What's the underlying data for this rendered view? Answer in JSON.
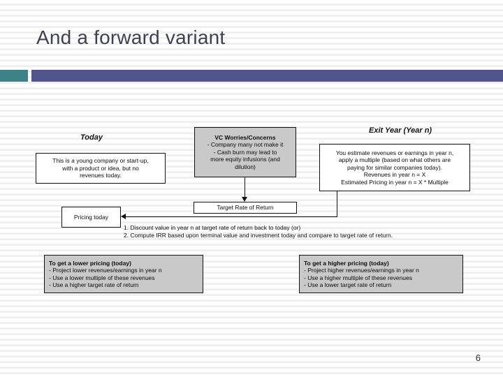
{
  "slide": {
    "title": "And a forward variant",
    "page_number": "6",
    "accent_teal": "#3e8287",
    "accent_purple": "#50538c",
    "title_color": "#3f3f52",
    "box_fill_gray": "#c9c9c9"
  },
  "diagram": {
    "captions": {
      "today": "Today",
      "exit_year": "Exit Year (Year n)"
    },
    "today_box": {
      "line1": "This is a young company or start-up,",
      "line2": "with a product or idea, but no",
      "line3": "revenues today."
    },
    "vc_worries_box": {
      "heading": "VC Worries/Concerns",
      "line1": "- Company many not make it",
      "line2": "- Cash burn may lead to",
      "line3": "more equity infusions (and",
      "line4": "dilution)"
    },
    "exit_year_box": {
      "line1": "You estimate revenues or earnings in year n,",
      "line2": "apply a multiple (based on what others are",
      "line3": "paying for similar companies today).",
      "line4": "Revenues in year n = X",
      "line5": "Estimated Pricing in year n = X * Multiple"
    },
    "target_rate_box": {
      "label": "Target Rate of Return"
    },
    "pricing_today_box": {
      "label": "Pricing today"
    },
    "steps": {
      "step1": "1. Discount value in year n at target rate of return back to today (or)",
      "step2": "2. Compute IRR based upon terminal value and investment today and compare to target rate of return."
    },
    "lower_pricing_box": {
      "heading": "To get a lower pricing (today)",
      "line1": "- Project lower revenues/earnings in year n",
      "line2": "- Use a lower multiple of these revenues",
      "line3": "- Use a higher target rate of return"
    },
    "higher_pricing_box": {
      "heading": "To get a higher pricing (today)",
      "line1": "- Project higher revenues/earnings in year n",
      "line2": "- Use a higher multiple of these revenues",
      "line3": "- Use a lower target rate of return"
    }
  }
}
